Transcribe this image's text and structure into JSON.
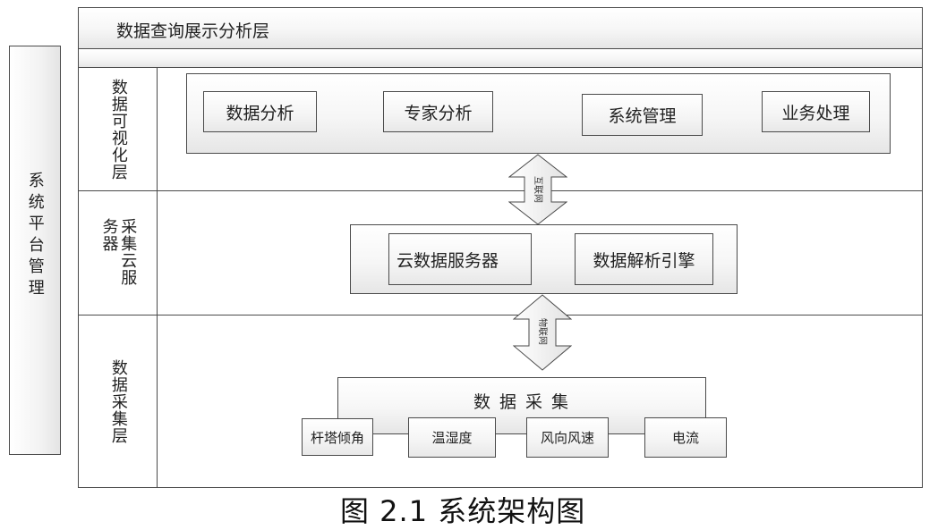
{
  "system_panel": {
    "label": "系统平台管理"
  },
  "layers": {
    "top": "数据查询展示分析层",
    "visualization": "数据可视化层",
    "cloud": "采集云服务器",
    "collection": "数据采集层"
  },
  "visualization_modules": [
    "数据分析",
    "专家分析",
    "系统管理",
    "业务处理"
  ],
  "cloud_modules": [
    "云数据服务器",
    "数据解析引擎"
  ],
  "connectors": {
    "internet": "互联网",
    "iot": "物联网"
  },
  "data_collection": {
    "title": "数 据 采 集",
    "items": [
      "杆塔倾角",
      "温湿度",
      "风向风速",
      "电流"
    ]
  },
  "caption": "图 2.1 系统架构图"
}
